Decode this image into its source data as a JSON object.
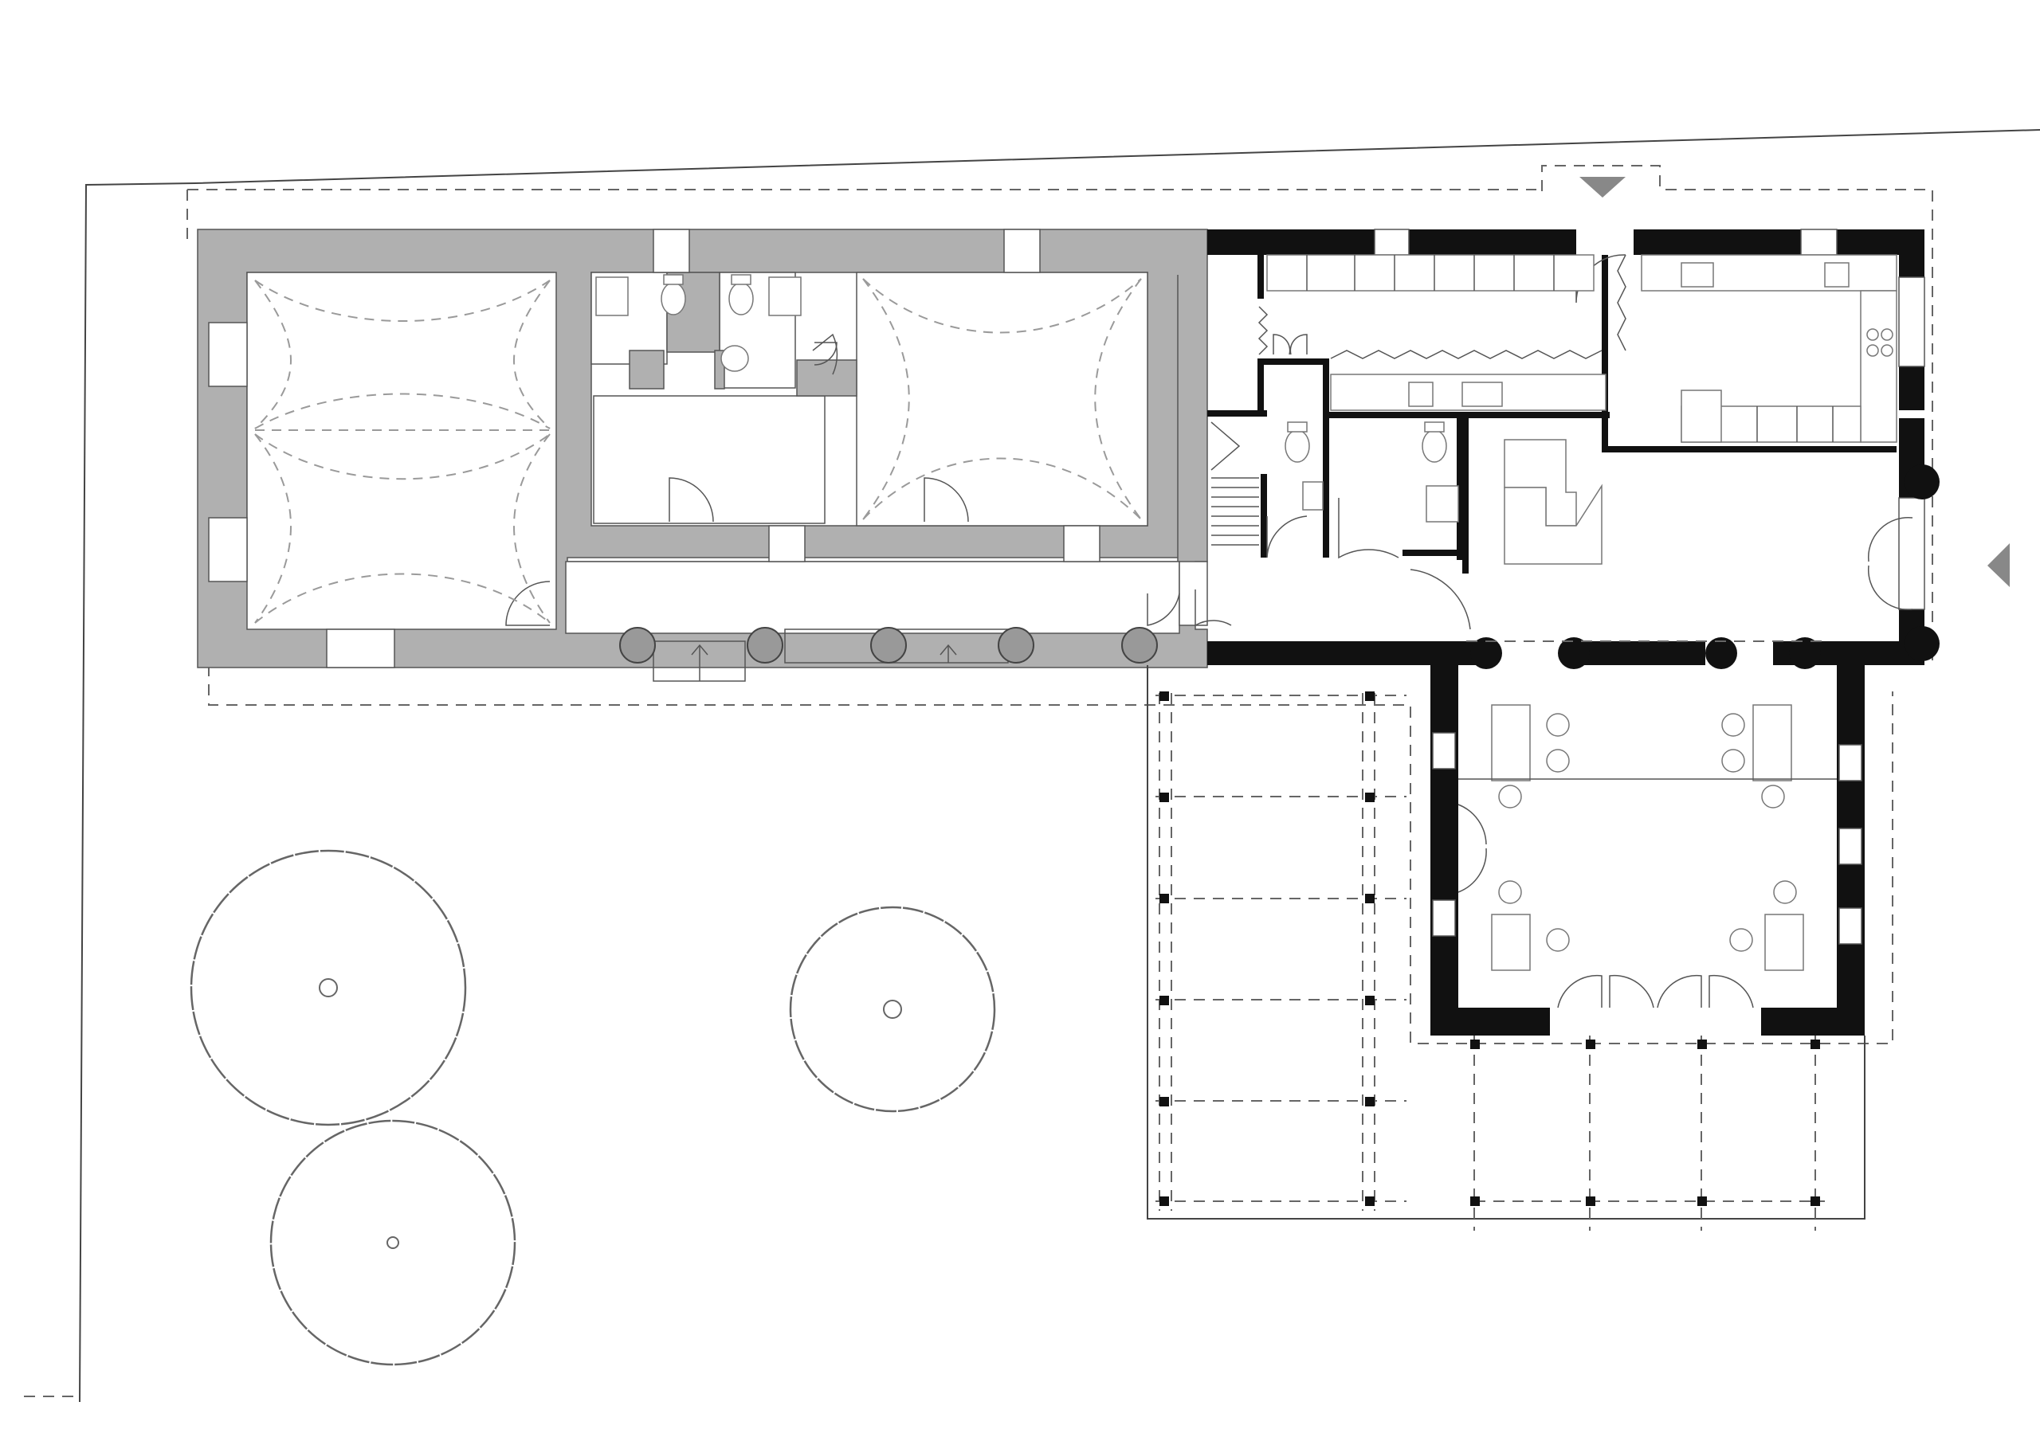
{
  "drawing": {
    "kind": "architectural floor plan",
    "labels": []
  },
  "legend": {
    "existing_wall": "#b0b0b0",
    "new_wall": "#111111",
    "line": "#444444",
    "hidden_line": "#888888"
  },
  "rooms": [
    {
      "id": "vaulted-hall-west",
      "fixtures": [
        "cross-vault"
      ]
    },
    {
      "id": "toilet-a",
      "fixtures": [
        "toilet",
        "shower",
        "basin"
      ]
    },
    {
      "id": "toilet-b",
      "fixtures": [
        "toilet",
        "shower",
        "basin"
      ]
    },
    {
      "id": "lobby",
      "fixtures": [
        "door"
      ]
    },
    {
      "id": "vaulted-hall-middle",
      "fixtures": [
        "cross-vault",
        "door"
      ]
    },
    {
      "id": "corridor",
      "fixtures": [
        "door",
        "steps"
      ]
    },
    {
      "id": "bar",
      "fixtures": [
        "counter",
        "cabinets"
      ]
    },
    {
      "id": "kitchen",
      "fixtures": [
        "counter",
        "cabinets",
        "stove"
      ]
    },
    {
      "id": "wc-1",
      "fixtures": [
        "toilet",
        "basin"
      ]
    },
    {
      "id": "wc-2",
      "fixtures": [
        "toilet",
        "basin"
      ]
    },
    {
      "id": "stair",
      "fixtures": [
        "steps"
      ]
    },
    {
      "id": "dining-hall",
      "fixtures": [
        "table",
        "chair",
        "door"
      ]
    },
    {
      "id": "pergola",
      "fixtures": [
        "column",
        "beam"
      ]
    }
  ],
  "site": {
    "trees": 3,
    "entrances": 2
  }
}
